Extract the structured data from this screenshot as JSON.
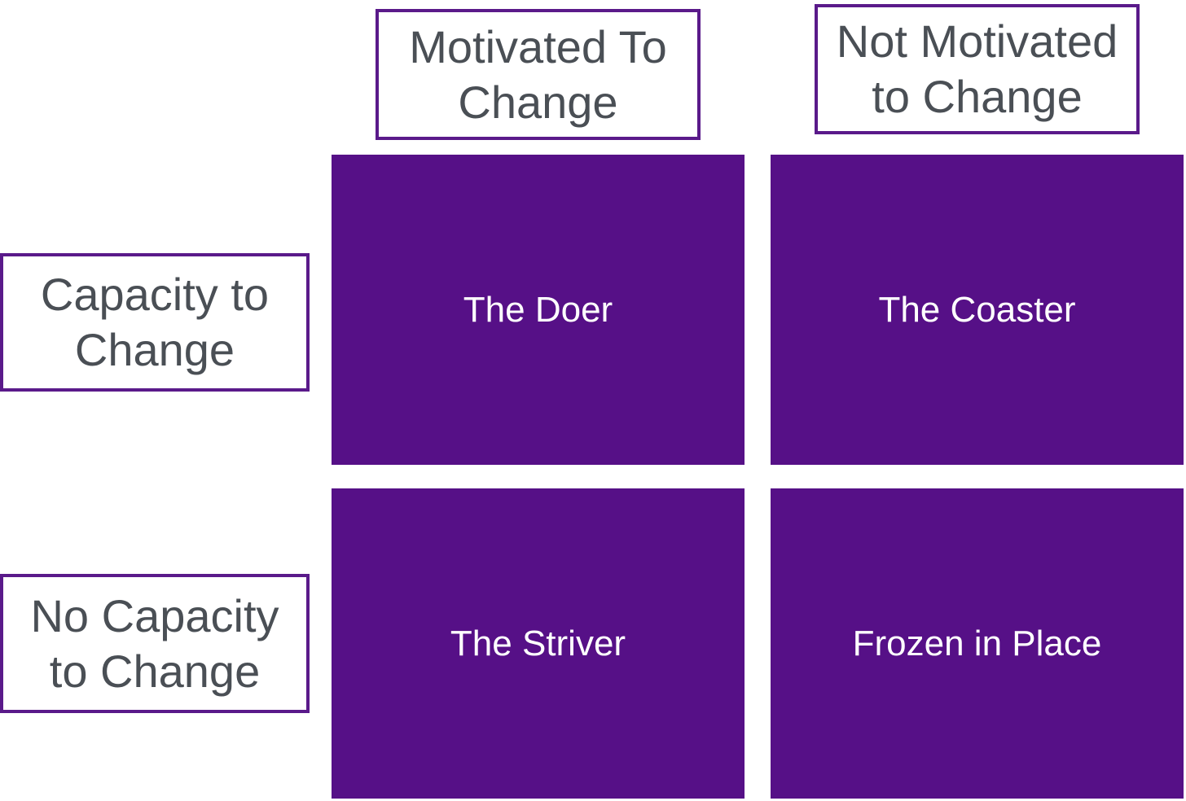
{
  "columns": [
    {
      "label": "Motivated To\nChange"
    },
    {
      "label": "Not Motivated\nto Change"
    }
  ],
  "rows": [
    {
      "label": "Capacity to\nChange"
    },
    {
      "label": "No Capacity\nto Change"
    }
  ],
  "quadrants": {
    "top_left": "The Doer",
    "top_right": "The Coaster",
    "bottom_left": "The Striver",
    "bottom_right": "Frozen in Place"
  },
  "colors": {
    "accent": "#561087",
    "border": "#5a1a8a",
    "label_text": "#4a4f55",
    "quadrant_text": "#ffffff"
  }
}
